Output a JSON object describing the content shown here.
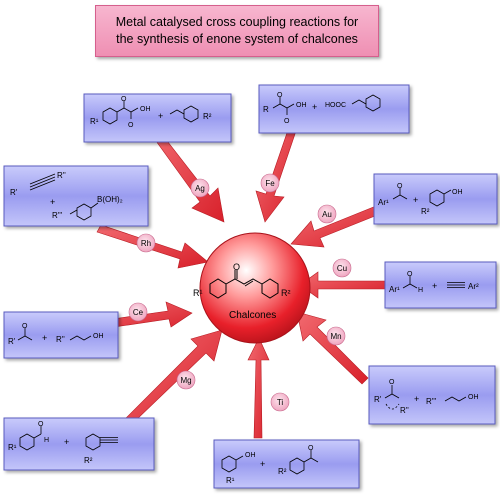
{
  "title": {
    "line1": "Metal catalysed cross coupling reactions for",
    "line2": "the synthesis of enone system of chalcones"
  },
  "center": {
    "label": "Chalcones",
    "r1": "R¹",
    "r2": "R²",
    "oxygen": "O"
  },
  "metals": [
    "Ag",
    "Fe",
    "Au",
    "Cu",
    "Mn",
    "Ti",
    "Mg",
    "Ce",
    "Rh"
  ],
  "reagent_boxes": {
    "ag_box": {
      "r1": "R¹",
      "o1": "O",
      "o2": "O",
      "oh": "OH",
      "plus": "+",
      "r2": "R²"
    },
    "fe_box": {
      "r": "R",
      "o1": "O",
      "o2": "O",
      "oh": "OH",
      "plus": "+",
      "acid": "HOOC"
    },
    "rh_box": {
      "r_single": "R'",
      "r_double": "R''",
      "r_triple": "R'''",
      "plus": "+",
      "boronic": "B(OH)₂"
    },
    "au_box": {
      "ar1": "Ar¹",
      "o": "O",
      "plus": "+",
      "r2": "R²",
      "oh": "OH"
    },
    "cu_box": {
      "ar1": "Ar¹",
      "o": "O",
      "h": "H",
      "plus": "+",
      "ar2": "Ar²"
    },
    "ce_box": {
      "r_single": "R'",
      "o": "O",
      "plus": "+",
      "r_double": "R''",
      "oh": "OH"
    },
    "mn_box": {
      "r_single": "R'",
      "r_double": "R''",
      "o": "O",
      "plus": "+",
      "r_triple": "R'''",
      "oh": "OH"
    },
    "mg_box": {
      "r1": "R¹",
      "o": "O",
      "h": "H",
      "plus": "+",
      "r2": "R²"
    },
    "ti_box": {
      "oh": "OH",
      "plus": "+",
      "o": "O",
      "r1": "R¹",
      "r2": "R²"
    }
  },
  "colors": {
    "title_pink": "#f2a0c0",
    "box_blue": "#9a9cf0",
    "arrow_red": "#e8404a",
    "sphere_red": "#e8202a",
    "badge_pink": "#f6bdd0"
  }
}
